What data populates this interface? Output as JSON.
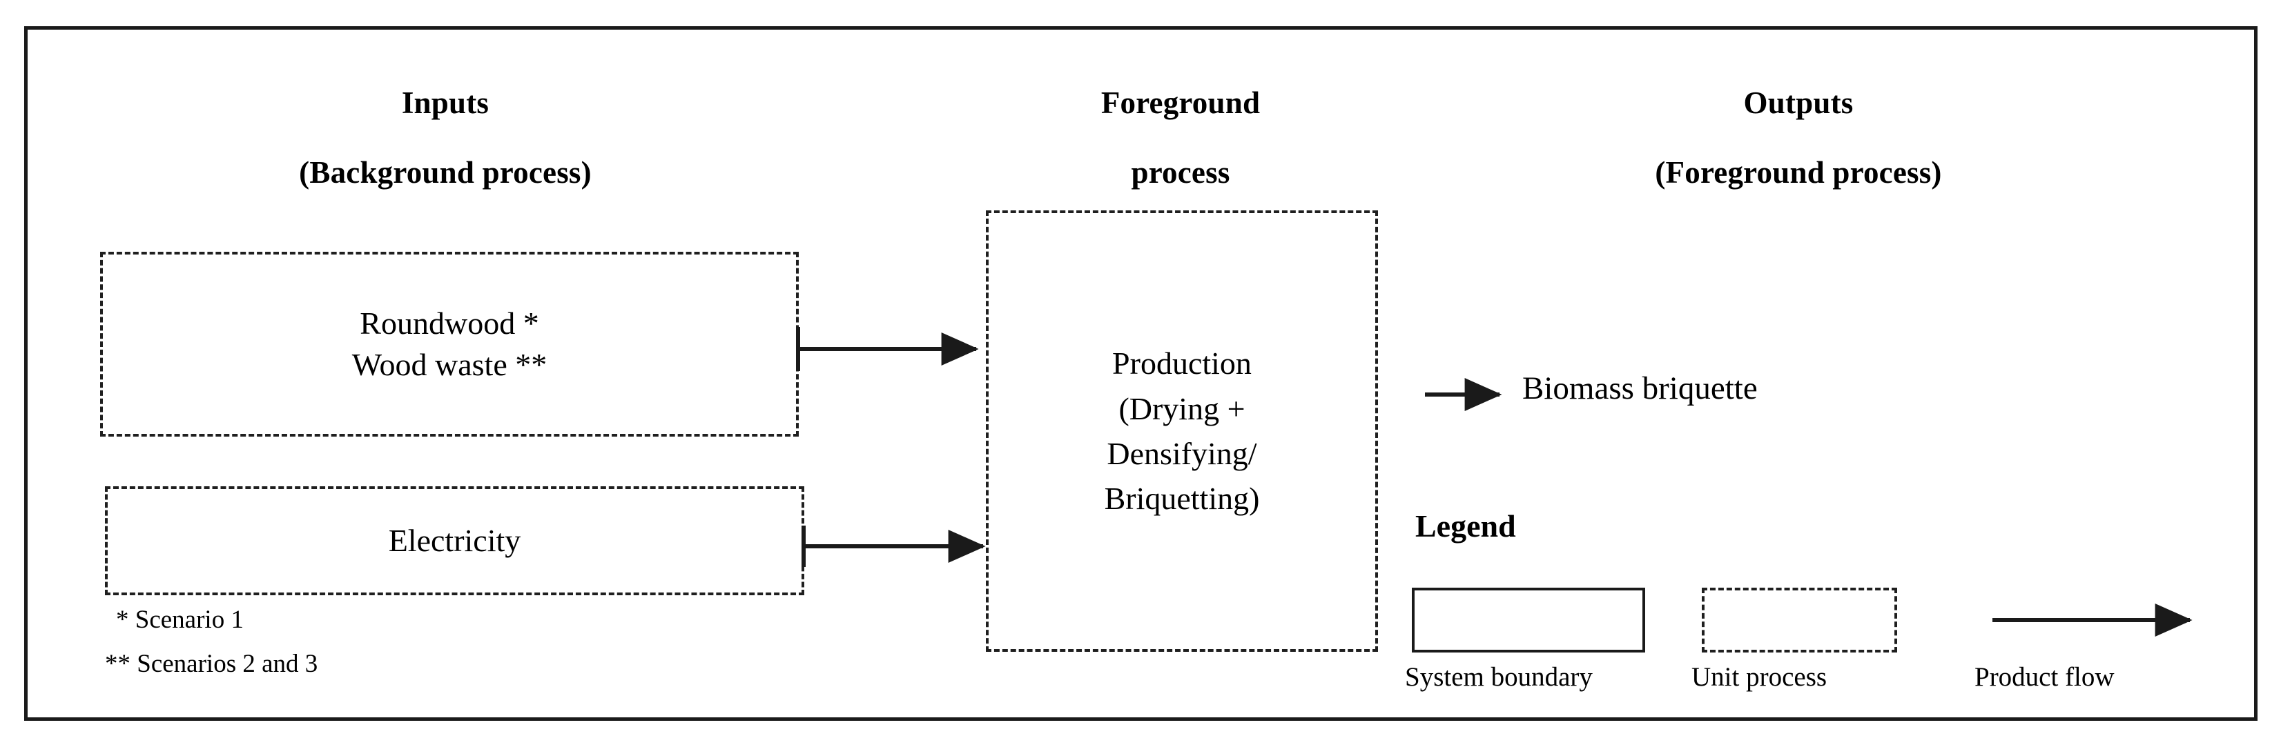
{
  "figure": {
    "headings": {
      "inputs": {
        "line1": "Inputs",
        "line2": "(Background process)"
      },
      "foreground": {
        "line1": "Foreground",
        "line2": "process"
      },
      "outputs": {
        "line1": "Outputs",
        "line2": "(Foreground process)"
      }
    },
    "boxes": {
      "roundwood": "Roundwood *\nWood waste **",
      "electricity": "Electricity",
      "production": "Production\n(Drying +\nDensifying/\nBriquetting)"
    },
    "footnotes": {
      "single_star": "* Scenario 1",
      "double_star": "** Scenarios 2 and 3"
    },
    "outputs": {
      "biomass_briquette": "Biomass briquette"
    },
    "legend": {
      "title": "Legend",
      "system_boundary": "System boundary",
      "unit_process": "Unit process",
      "product_flow": "Product flow"
    },
    "colors": {
      "line": "#1a1a1a",
      "dashed": "#1f1f1f",
      "background": "#ffffff",
      "text": "#000000"
    }
  }
}
